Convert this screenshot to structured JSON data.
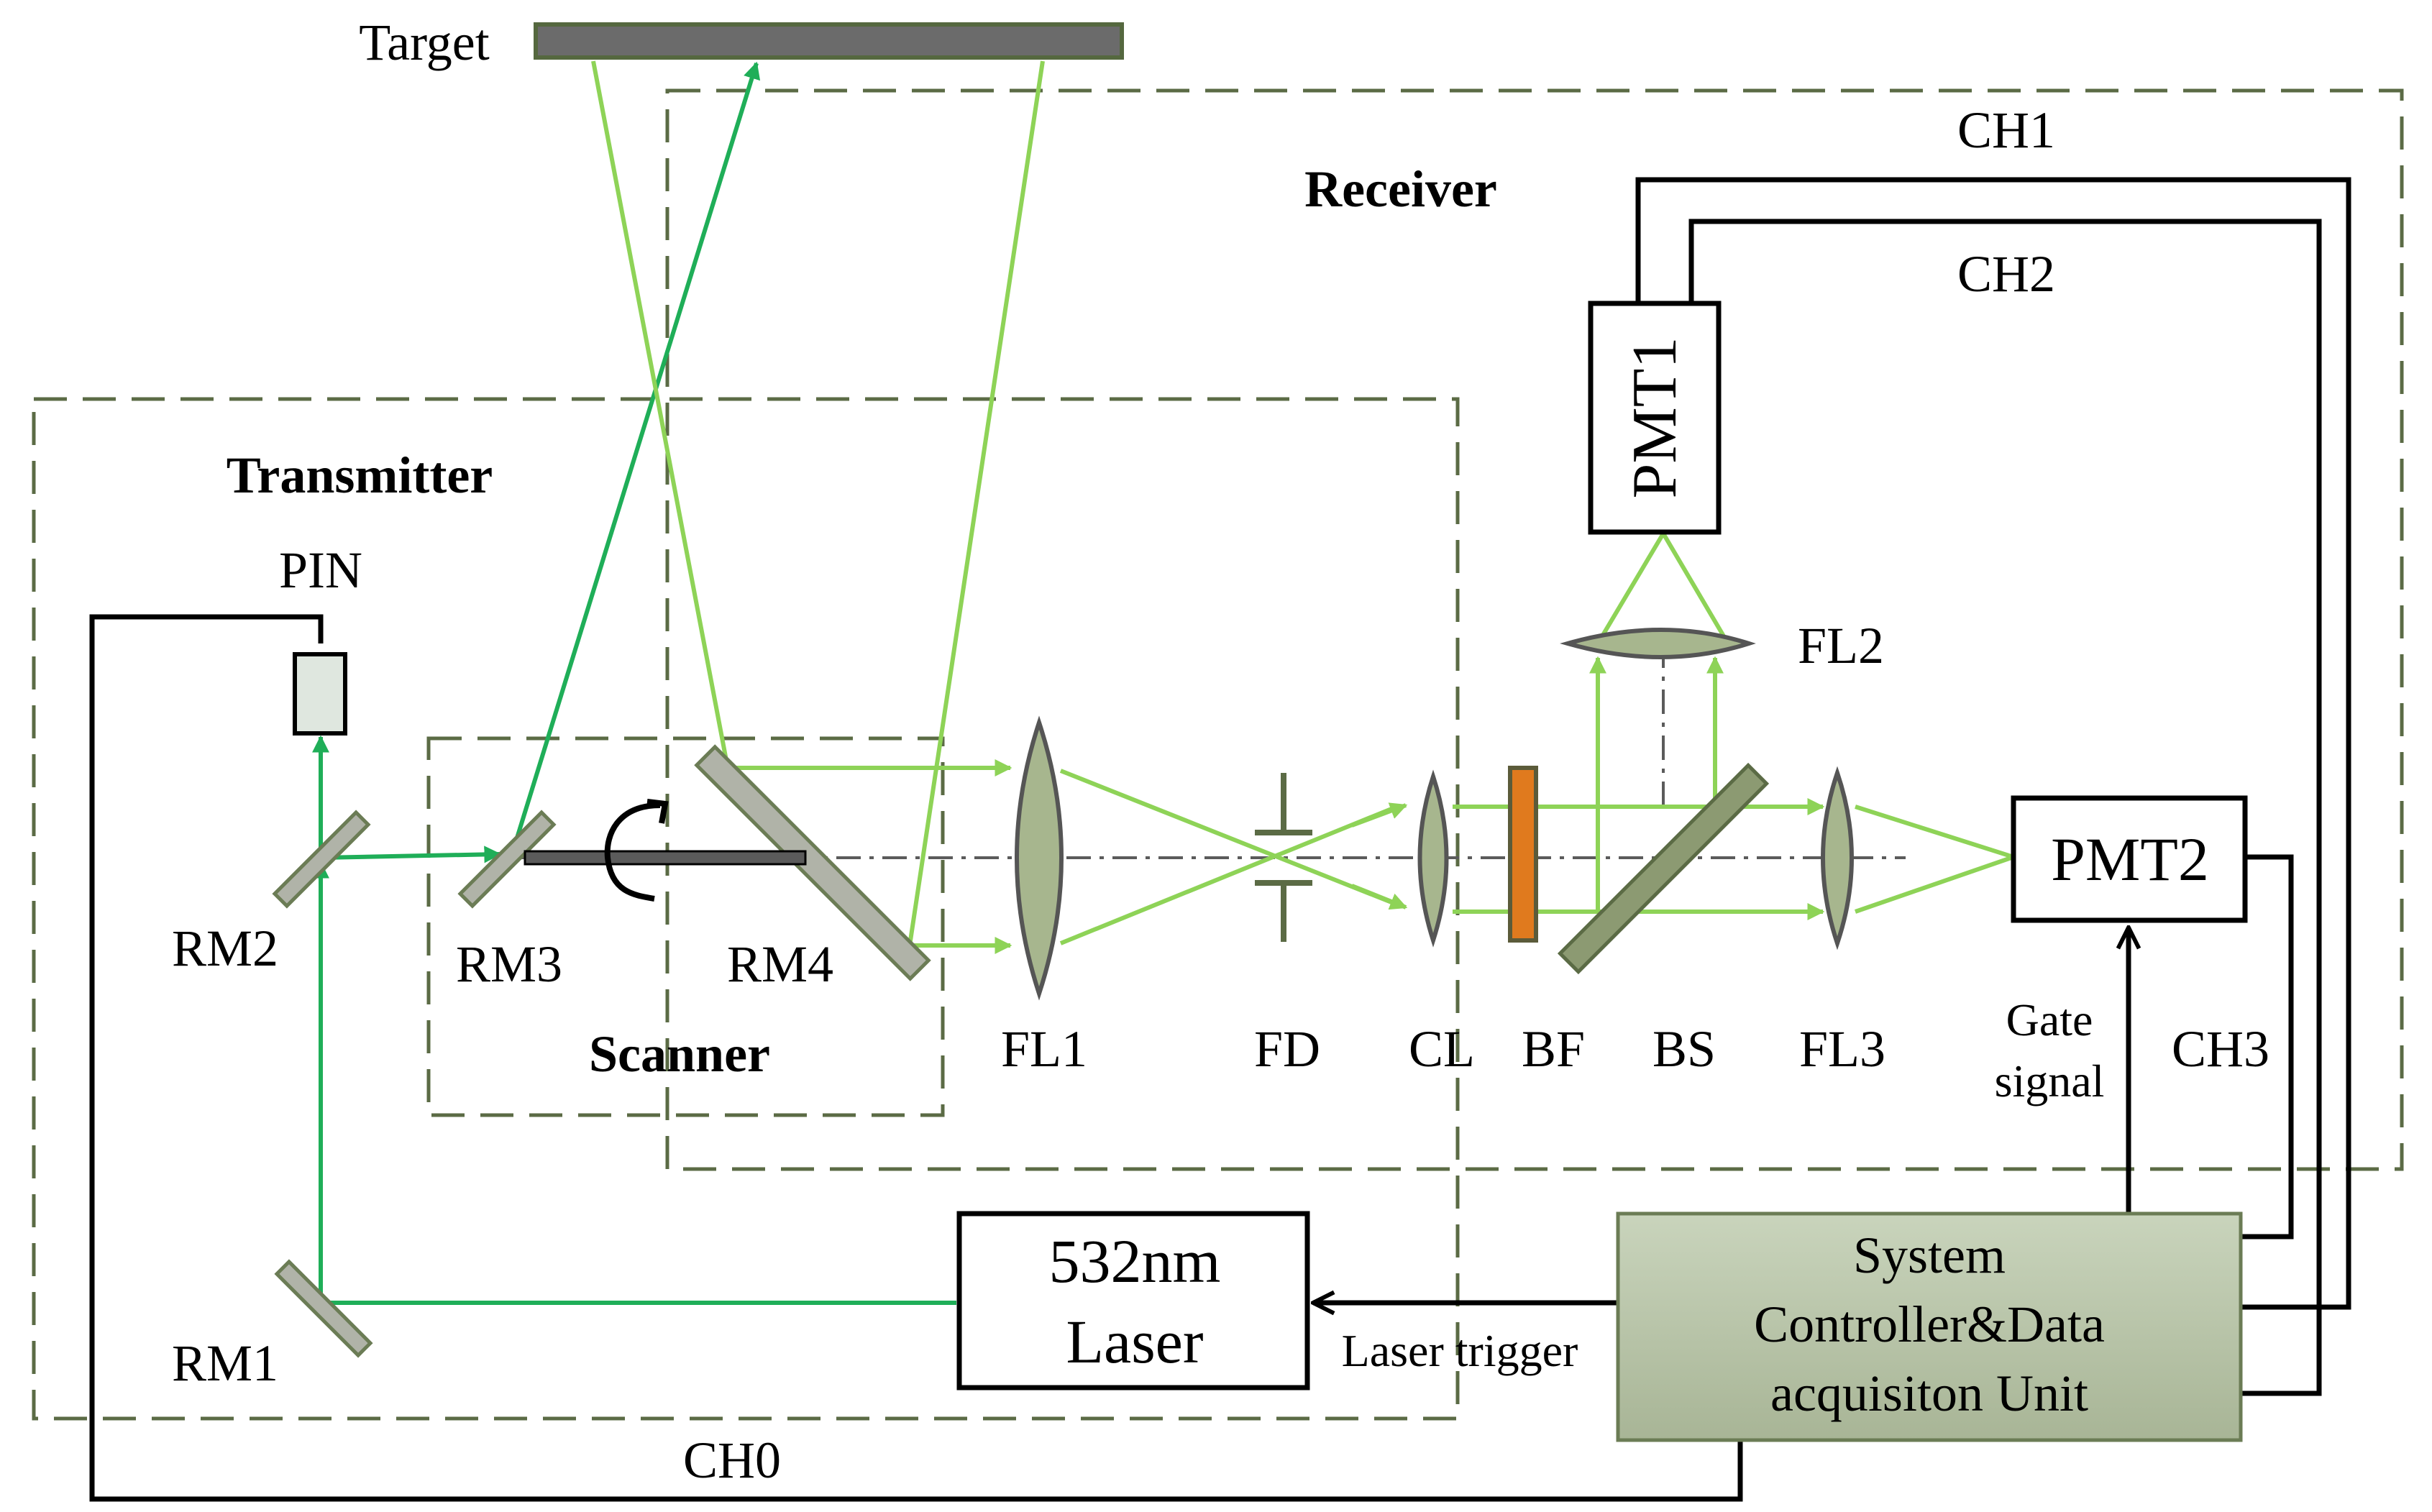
{
  "sections": {
    "receiver": "Receiver",
    "transmitter": "Transmitter",
    "scanner": "Scanner"
  },
  "components": {
    "target": "Target",
    "pin": "PIN",
    "rm1": "RM1",
    "rm2": "RM2",
    "rm3": "RM3",
    "rm4": "RM4",
    "fl1": "FL1",
    "fd": "FD",
    "cl": "CL",
    "bf": "BF",
    "bs": "BS",
    "fl2": "FL2",
    "fl3": "FL3",
    "pmt1": "PMT1",
    "pmt2": "PMT2",
    "laser_line1": "532nm",
    "laser_line2": "Laser",
    "controller_line1": "System",
    "controller_line2": "Controller&Data",
    "controller_line3": "acquisiton Unit"
  },
  "signals": {
    "ch0": "CH0",
    "ch1": "CH1",
    "ch2": "CH2",
    "ch3": "CH3",
    "gate_line1": "Gate",
    "gate_line2": "signal",
    "laser_trigger": "Laser trigger"
  },
  "colors": {
    "dashed_border": "#5b6b45",
    "transmit_beam": "#1fae58",
    "receive_beam": "#8ed357",
    "lens_fill": "#a7b68e",
    "lens_stroke": "#555555",
    "mirror_fill": "#b0b3a8",
    "target_fill": "#6b6b6b",
    "filter_fill": "#e07a1e",
    "splitter_fill": "#8c9a72",
    "controller_fill": "#c5d1b8",
    "wire": "#000000"
  }
}
